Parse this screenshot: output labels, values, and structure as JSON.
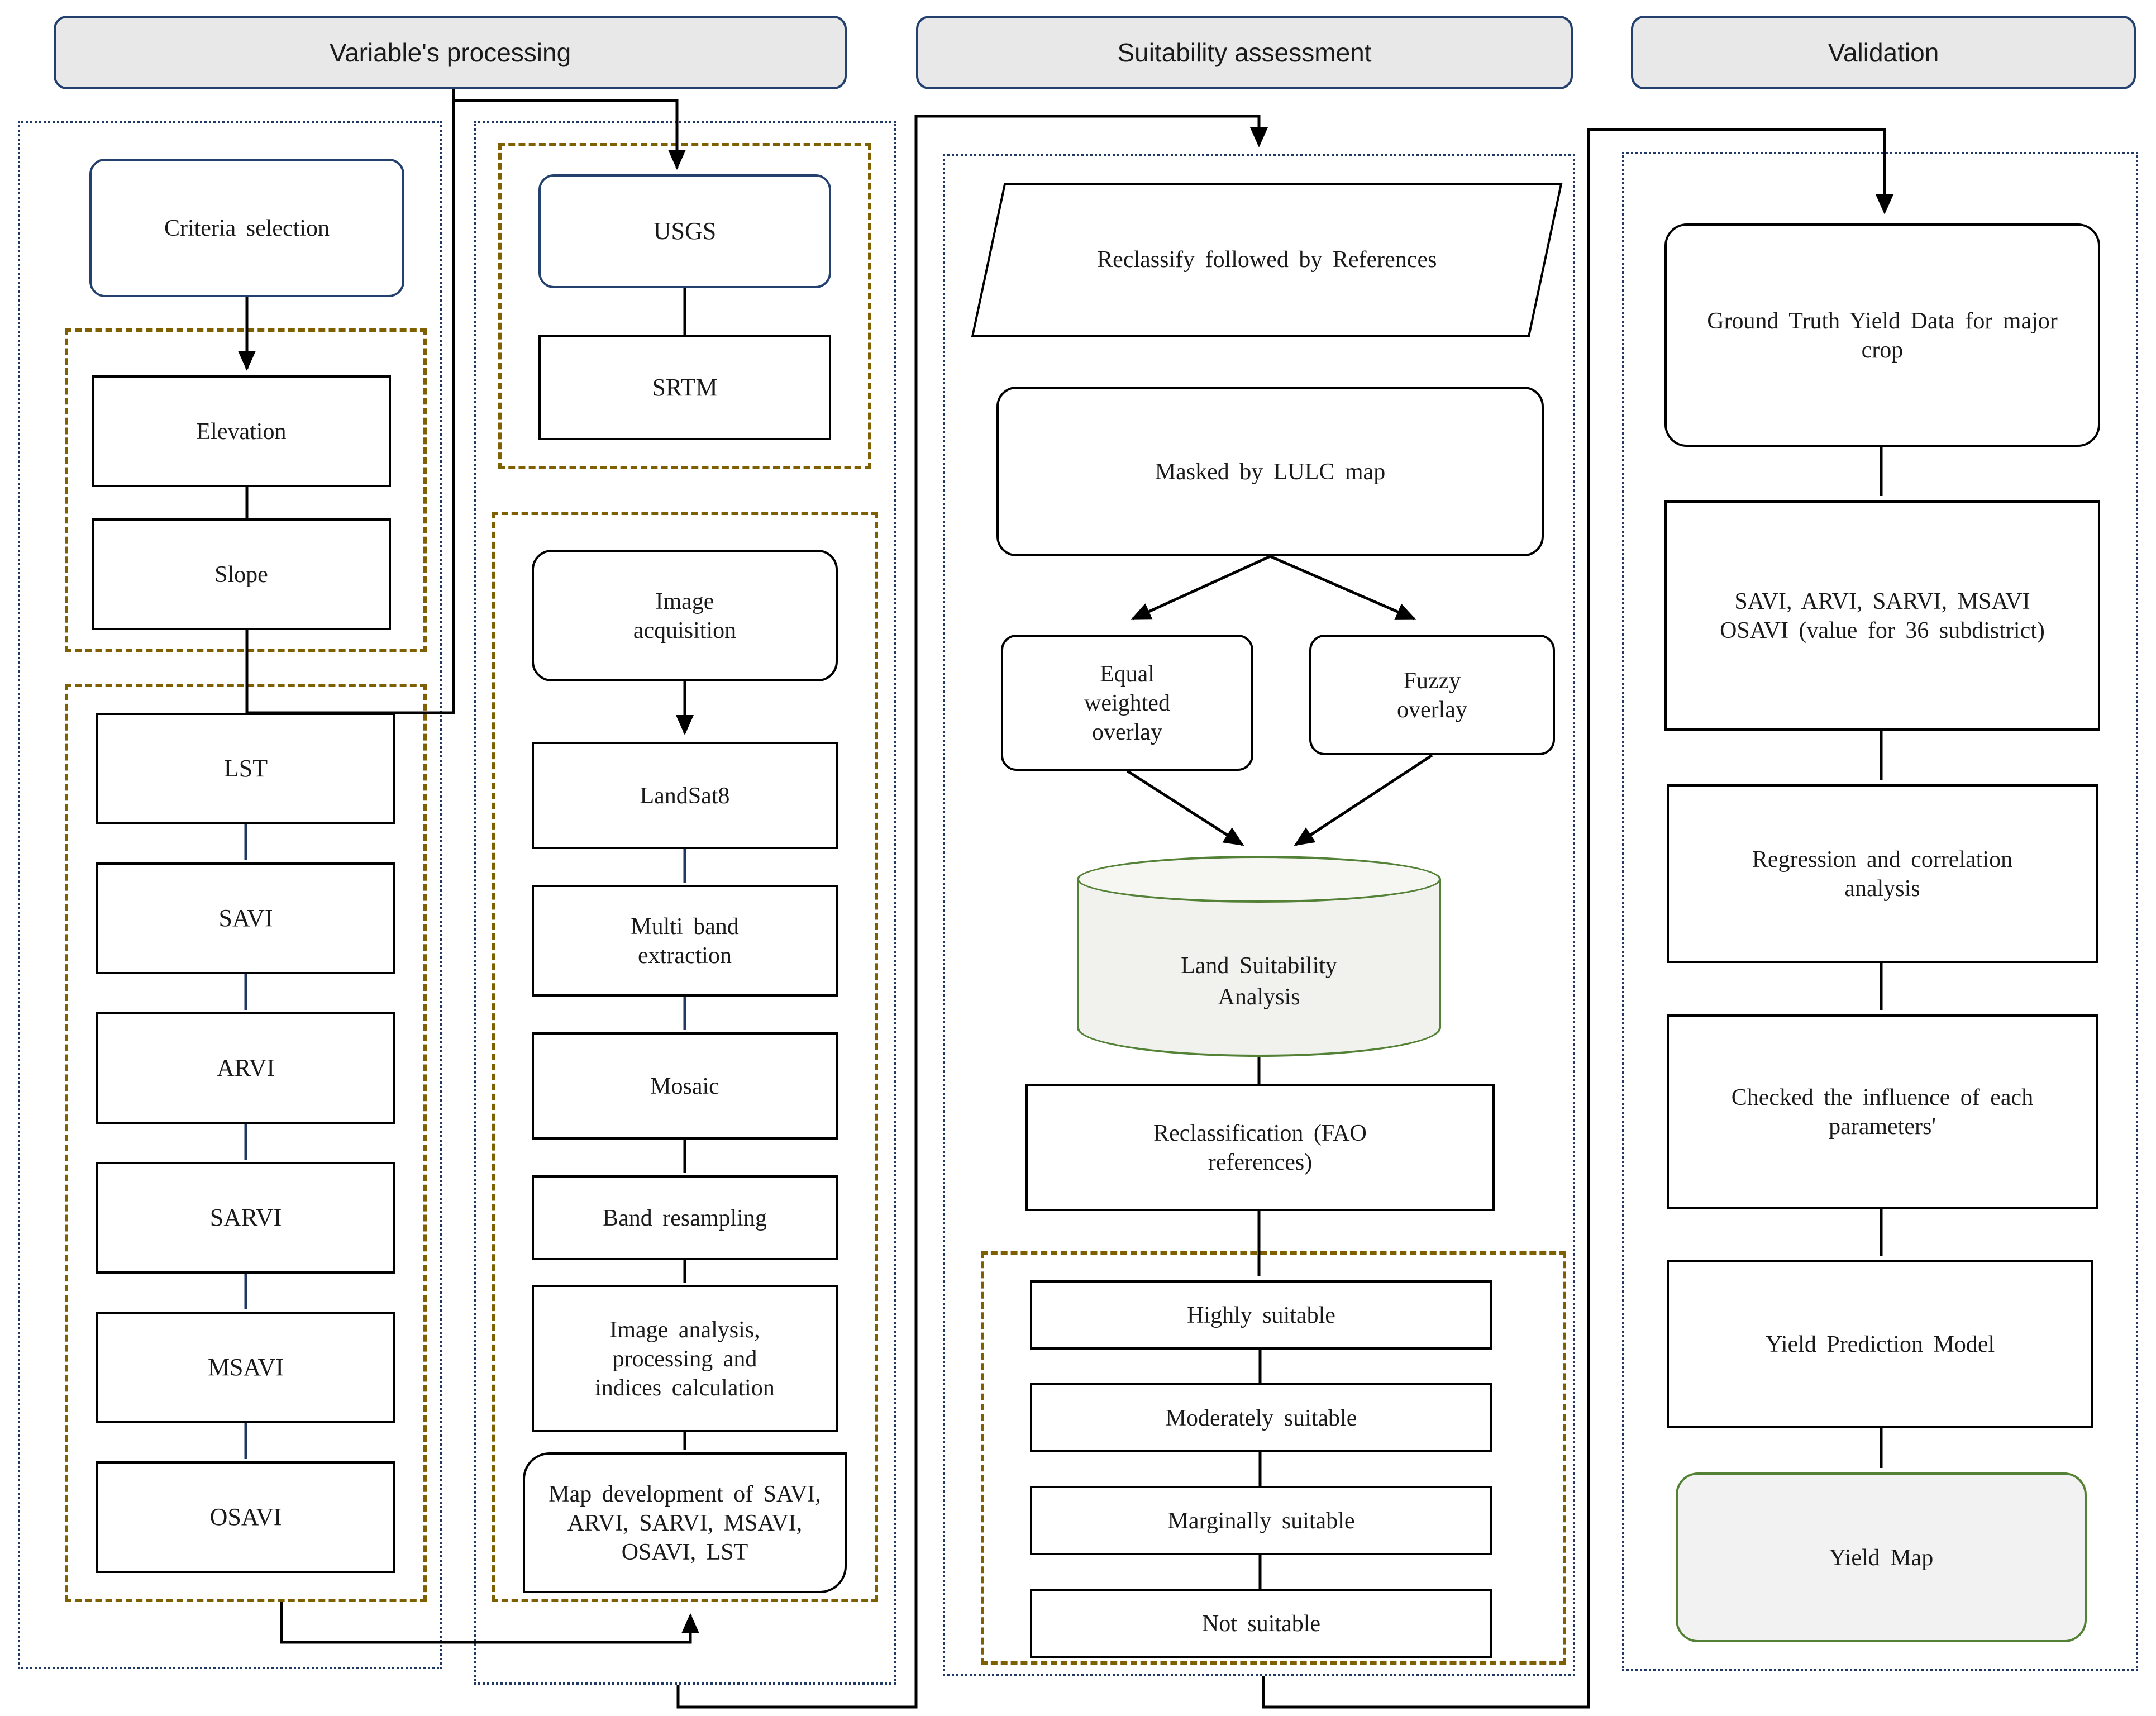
{
  "headers": {
    "variables_processing": "Variable's processing",
    "suitability_assessment": "Suitability assessment",
    "validation": "Validation"
  },
  "variables": {
    "criteria_selection": "Criteria selection",
    "terrain": [
      "Elevation",
      "Slope"
    ],
    "indices": [
      "LST",
      "SAVI",
      "ARVI",
      "SARVI",
      "MSAVI",
      "OSAVI"
    ],
    "usgs": "USGS",
    "srtm": "SRTM",
    "image_acquisition": "Image acquisition",
    "landsat8": "LandSat8",
    "multi_band": "Multi band extraction",
    "mosaic": "Mosaic",
    "band_resampling": "Band resampling",
    "image_analysis": "Image analysis, processing and indices calculation",
    "map_development": "Map development of SAVI, ARVI, SARVI, MSAVI, OSAVI, LST"
  },
  "suitability": {
    "reclassify_refs": "Reclassify followed by References",
    "masked_lulc": "Masked by LULC map",
    "equal_overlay": "Equal weighted overlay",
    "fuzzy_overlay": "Fuzzy overlay",
    "land_suitability": "Land Suitability Analysis",
    "reclassification_fao": "Reclassification (FAO references)",
    "classes": [
      "Highly suitable",
      "Moderately suitable",
      "Marginally suitable",
      "Not suitable"
    ]
  },
  "validation": {
    "ground_truth": "Ground Truth Yield Data for major crop",
    "indices_values": "SAVI, ARVI, SARVI, MSAVI OSAVI (value for 36 subdistrict)",
    "regression": "Regression and correlation analysis",
    "checked_influence": "Checked the influence of each parameters'",
    "yield_model": "Yield Prediction Model",
    "yield_map": "Yield Map"
  },
  "colors": {
    "navy": "#1f3864",
    "olive_dash": "#7f6000",
    "green": "#538135",
    "header_fill": "#e8e8e8",
    "line_black": "#000000"
  }
}
